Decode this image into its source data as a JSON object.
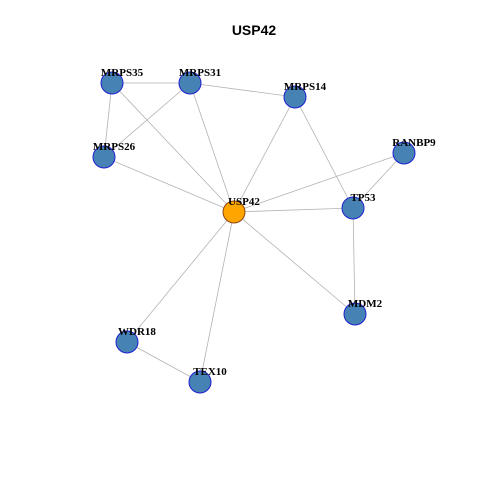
{
  "title": "USP42",
  "colors": {
    "center_fill": "#FFA500",
    "center_stroke": "#8B4513",
    "node_fill": "#4682B4",
    "node_stroke": "#1F1FD0",
    "edge": "#B3B3B3"
  },
  "center": "USP42",
  "nodes": [
    {
      "id": "USP42",
      "label": "USP42"
    },
    {
      "id": "MRPS35",
      "label": "MRPS35"
    },
    {
      "id": "MRPS31",
      "label": "MRPS31"
    },
    {
      "id": "MRPS14",
      "label": "MRPS14"
    },
    {
      "id": "MRPS26",
      "label": "MRPS26"
    },
    {
      "id": "RANBP9",
      "label": "RANBP9"
    },
    {
      "id": "TP53",
      "label": "TP53"
    },
    {
      "id": "MDM2",
      "label": "MDM2"
    },
    {
      "id": "WDR18",
      "label": "WDR18"
    },
    {
      "id": "TEX10",
      "label": "TEX10"
    }
  ],
  "edges": [
    [
      "MRPS35",
      "MRPS31"
    ],
    [
      "MRPS35",
      "MRPS26"
    ],
    [
      "MRPS35",
      "USP42"
    ],
    [
      "MRPS31",
      "MRPS14"
    ],
    [
      "MRPS31",
      "MRPS26"
    ],
    [
      "MRPS31",
      "USP42"
    ],
    [
      "MRPS14",
      "USP42"
    ],
    [
      "MRPS14",
      "TP53"
    ],
    [
      "MRPS26",
      "USP42"
    ],
    [
      "RANBP9",
      "USP42"
    ],
    [
      "RANBP9",
      "TP53"
    ],
    [
      "USP42",
      "TP53"
    ],
    [
      "USP42",
      "MDM2"
    ],
    [
      "USP42",
      "WDR18"
    ],
    [
      "USP42",
      "TEX10"
    ],
    [
      "TP53",
      "MDM2"
    ],
    [
      "WDR18",
      "TEX10"
    ]
  ]
}
